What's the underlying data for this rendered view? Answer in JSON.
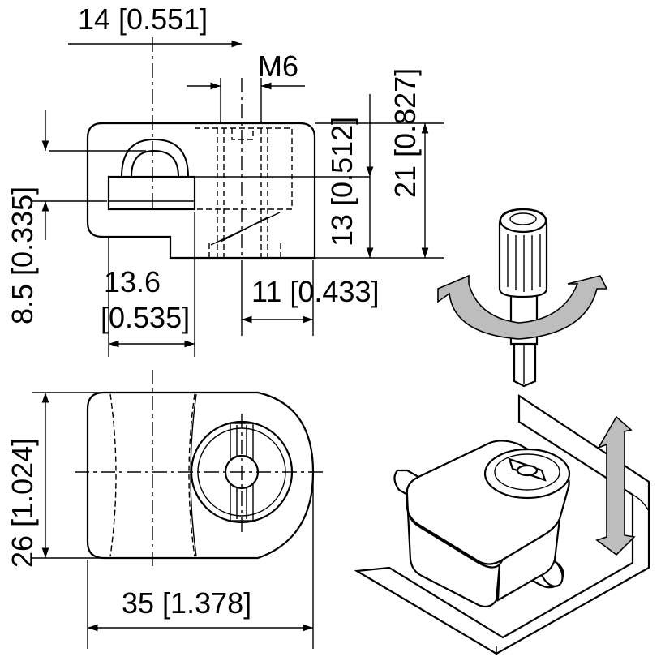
{
  "dimensions": {
    "width_top": "14 [0.551]",
    "thread": "M6",
    "total_height": "21 [0.827]",
    "upper_height": "13 [0.512]",
    "left_height": "8.5 [0.335]",
    "knob_width_line1": "13.6",
    "knob_width_line2": "[0.535]",
    "bottom_offset": "11 [0.433]",
    "plan_height": "26 [1.024]",
    "plan_width": "35 [1.378]"
  },
  "colors": {
    "line": "#000000",
    "arrow_fill": "#bdbdbd",
    "background": "#ffffff"
  },
  "icons": [
    "screwdriver-icon",
    "rotate-arrow-icon",
    "vertical-move-arrow-icon"
  ]
}
